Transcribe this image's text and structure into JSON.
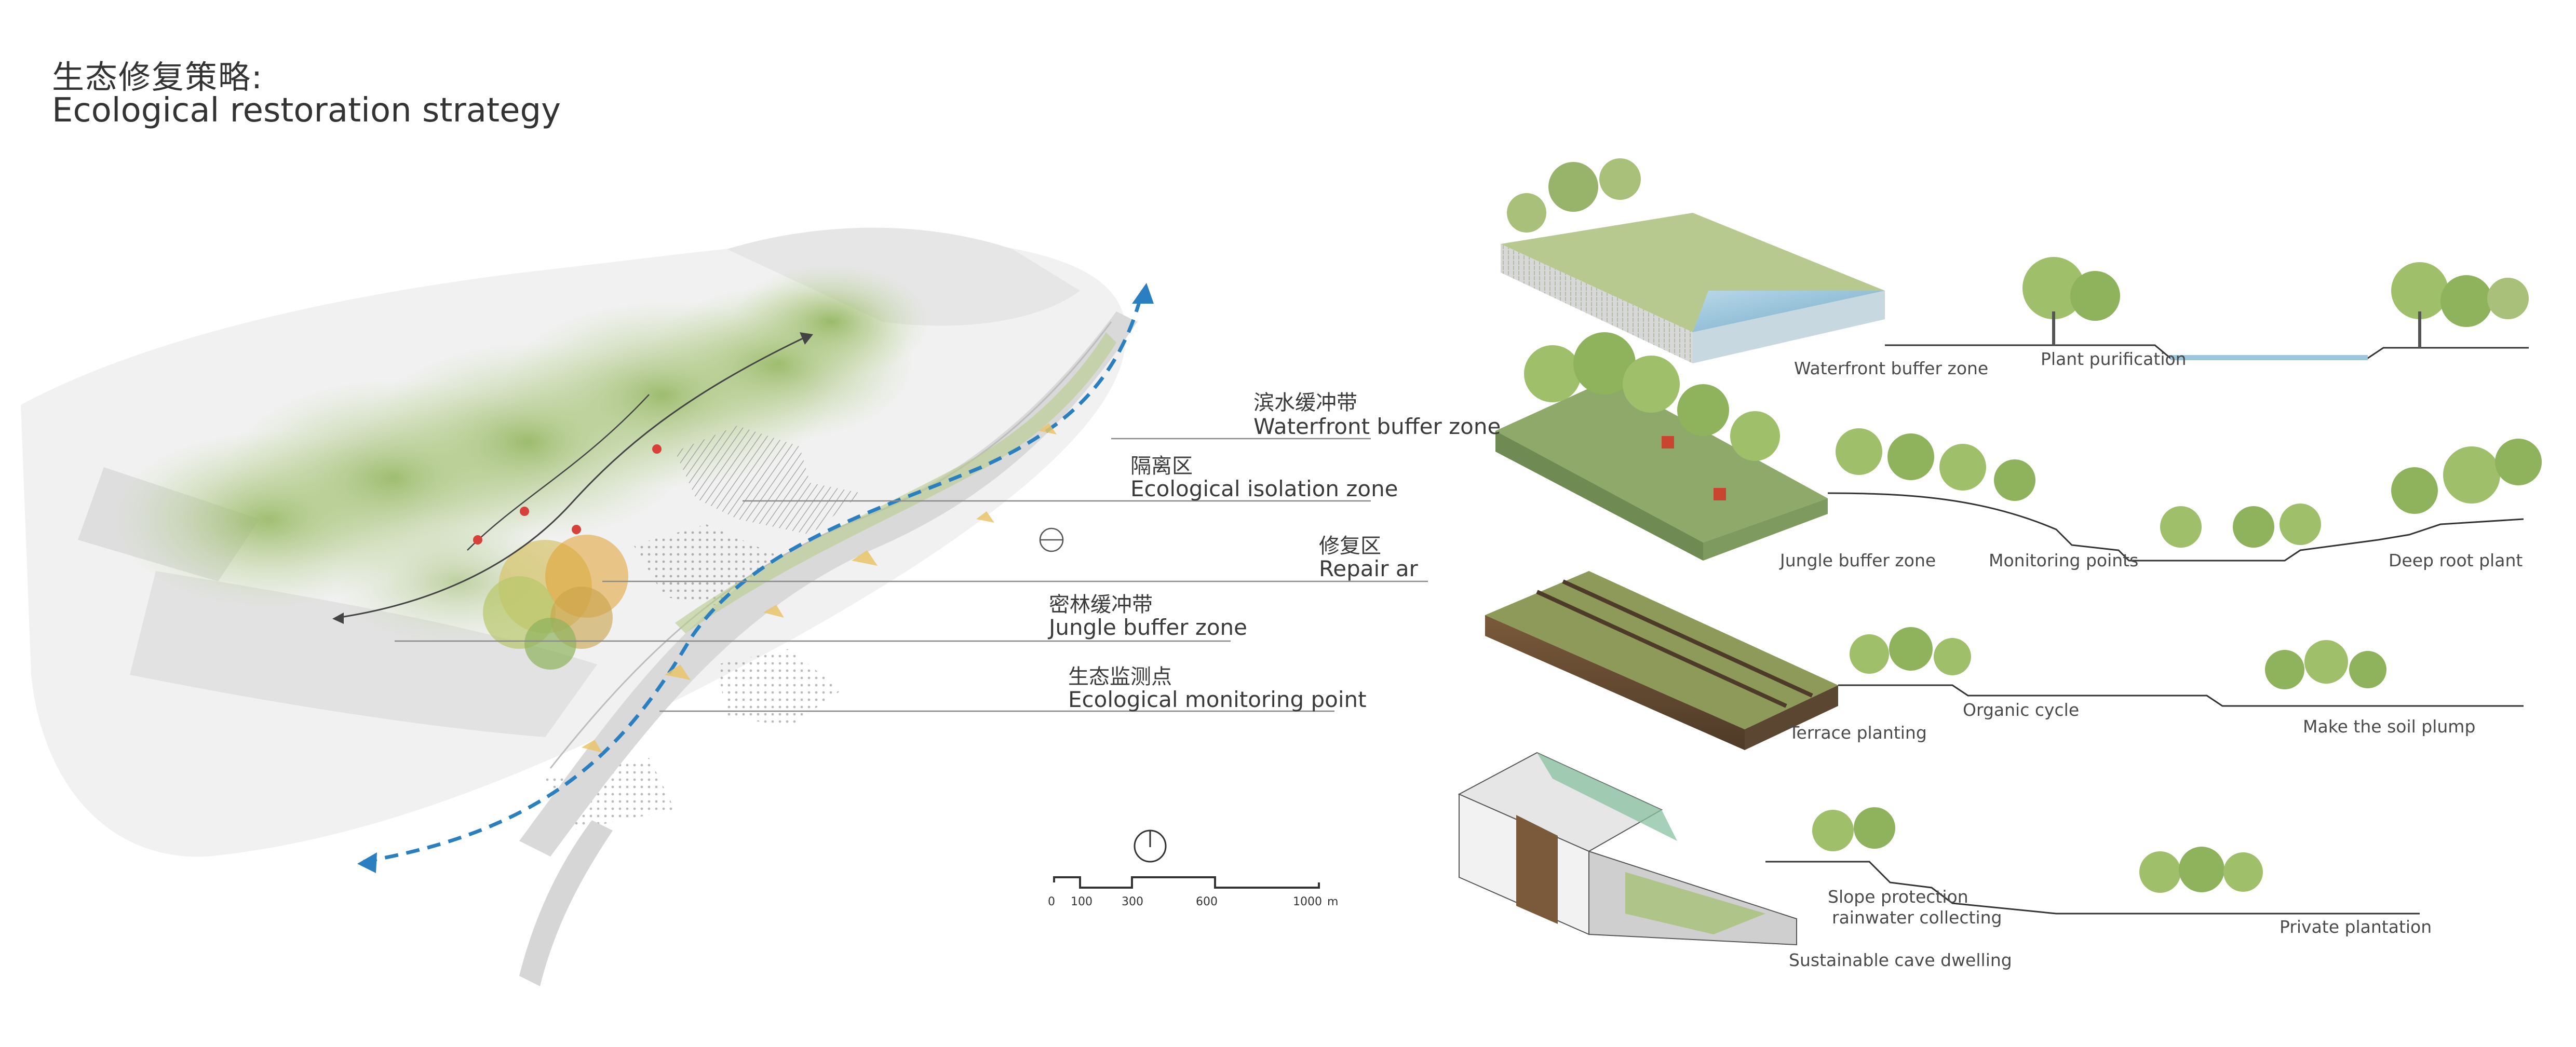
{
  "title": {
    "cn": "生态修复策略:",
    "en": "Ecological restoration strategy"
  },
  "map_labels": [
    {
      "cn": "滨水缓冲带",
      "en": "Waterfront buffer zone"
    },
    {
      "cn": "隔离区",
      "en": "Ecological isolation zone"
    },
    {
      "cn": "修复区",
      "en": "Repair ar"
    },
    {
      "cn": "密林缓冲带",
      "en": "Jungle buffer zone"
    },
    {
      "cn": "生态监测点",
      "en": "Ecological monitoring point"
    }
  ],
  "scale_bar": {
    "ticks": [
      "0",
      "100",
      "300",
      "600",
      "1000"
    ],
    "unit": "m"
  },
  "sections": [
    {
      "block_caption": "Waterfront buffer zone",
      "profile_captions": [
        "Plant purification"
      ]
    },
    {
      "block_caption": "Jungle buffer zone",
      "profile_captions": [
        "Monitoring points",
        "Deep root plant"
      ]
    },
    {
      "block_caption": "Terrace planting",
      "profile_captions": [
        "Organic cycle",
        "Make the soil plump"
      ]
    },
    {
      "block_caption": "Sustainable cave dwelling",
      "profile_captions": [
        "Slope protection",
        "rainwater collecting",
        "Private plantation"
      ]
    }
  ],
  "colors": {
    "vegetation": "#9fbf6a",
    "vegetation_dark": "#6f9a45",
    "water": "#9cc6dc",
    "flow_arrow": "#2a7fc0",
    "monitor_point": "#d8403a",
    "repair_orange": "#e0a030",
    "leader_line": "#7a7a7a"
  }
}
